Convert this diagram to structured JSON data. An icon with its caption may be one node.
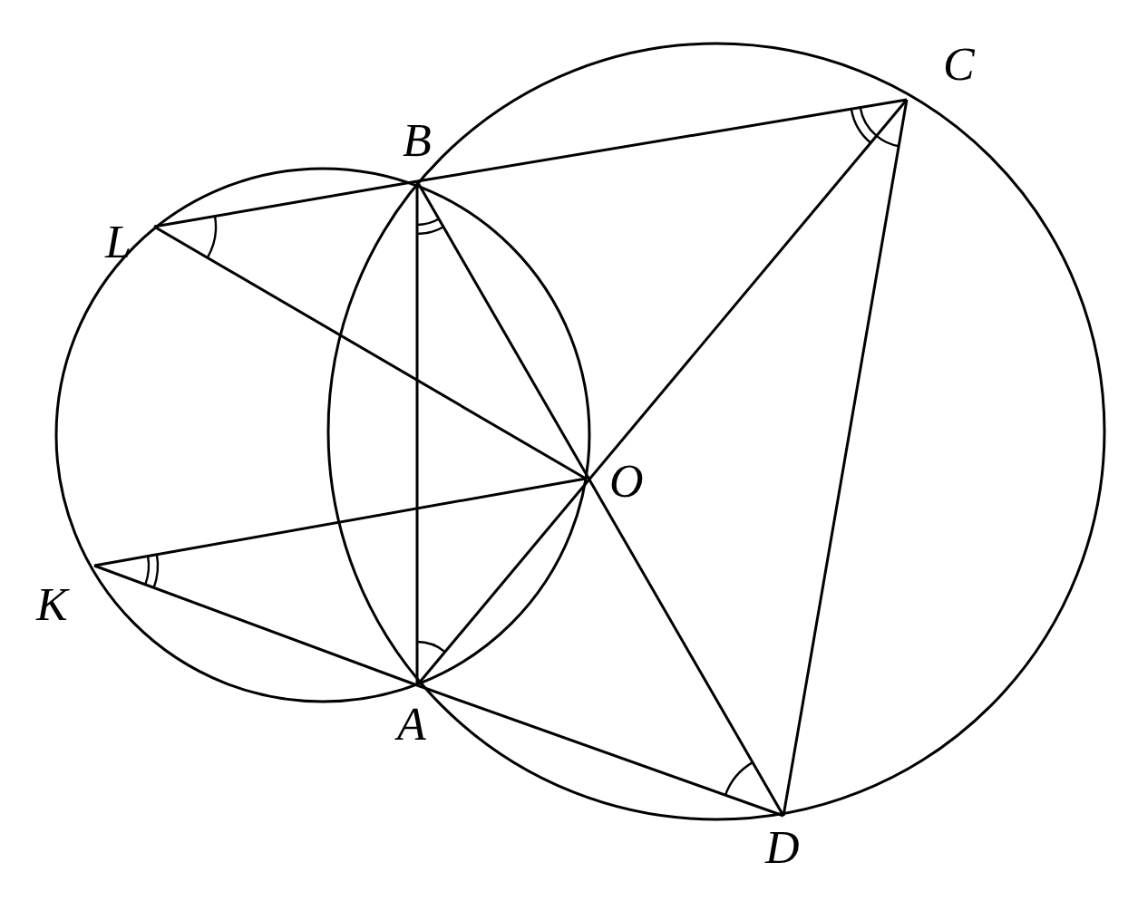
{
  "diagram": {
    "labels": [
      "C",
      "B",
      "L",
      "O",
      "K",
      "A",
      "D"
    ]
  }
}
